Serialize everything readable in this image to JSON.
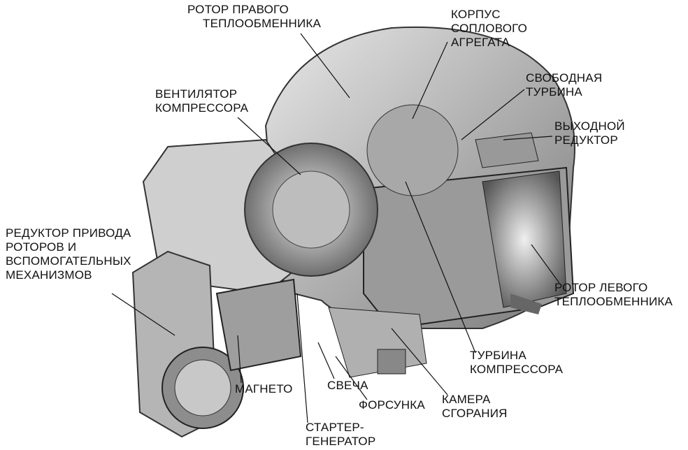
{
  "labels": {
    "right_hx_rotor": [
      "РОТОР ПРАВОГО",
      "ТЕПЛООБМЕННИКА"
    ],
    "nozzle_housing": [
      "КОРПУС",
      "СОПЛОВОГО",
      "АГРЕГАТА"
    ],
    "free_turbine": [
      "СВОБОДНАЯ",
      "ТУРБИНА"
    ],
    "output_gearbox": [
      "ВЫХОДНОЙ",
      "РЕДУКТОР"
    ],
    "compressor_fan": [
      "ВЕНТИЛЯТОР",
      "КОМПРЕССОРА"
    ],
    "drive_gearbox": [
      "РЕДУКТОР ПРИВОДА",
      "РОТОРОВ И",
      "ВСПОМОГАТЕЛЬНЫХ",
      "МЕХАНИЗМОВ"
    ],
    "left_hx_rotor": [
      "РОТОР ЛЕВОГО",
      "ТЕПЛООБМЕННИКА"
    ],
    "compressor_turbine": [
      "ТУРБИНА",
      "КОМПРЕССОРА"
    ],
    "magneto": "МАГНЕТО",
    "spark_plug": "СВЕЧА",
    "injector": "ФОРСУНКА",
    "combustion_chamber": [
      "КАМЕРА",
      "СГОРАНИЯ"
    ],
    "starter_generator": [
      "СТАРТЕР-",
      "ГЕНЕРАТОР"
    ]
  }
}
